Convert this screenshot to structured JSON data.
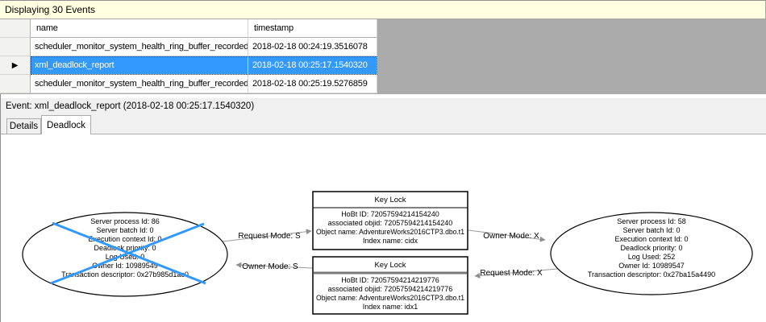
{
  "window": {
    "info_bar": "Displaying 30 Events"
  },
  "grid": {
    "columns": [
      {
        "label": "name"
      },
      {
        "label": "timestamp"
      }
    ],
    "rows": [
      {
        "name": "scheduler_monitor_system_health_ring_buffer_recorded",
        "timestamp": "2018-02-18 00:24:19.3516078",
        "selected": false
      },
      {
        "name": "xml_deadlock_report",
        "timestamp": "2018-02-18 00:25:17.1540320",
        "selected": true
      },
      {
        "name": "scheduler_monitor_system_health_ring_buffer_recorded",
        "timestamp": "2018-02-18 00:25:19.5276859",
        "selected": false
      }
    ]
  },
  "icons": {
    "current_row_indicator": "▶"
  },
  "event_bar": {
    "label": "Event: xml_deadlock_report (2018-02-18 00:25:17.1540320)"
  },
  "tabs": [
    {
      "label": "Details",
      "active": false
    },
    {
      "label": "Deadlock",
      "active": true
    }
  ],
  "deadlock_graph": {
    "processes": [
      {
        "position": "left",
        "victim": true,
        "lines": [
          "Server process Id: 86",
          "Server batch Id: 0",
          "Execution context Id: 0",
          "Deadlock priority: 0",
          "Log Used: 0",
          "Owner Id: 10989549",
          "Transaction descriptor: 0x27b985d1ac0"
        ]
      },
      {
        "position": "right",
        "victim": false,
        "lines": [
          "Server process Id: 58",
          "Server batch Id: 0",
          "Execution context Id: 0",
          "Deadlock priority: 0",
          "Log Used: 252",
          "Owner Id: 10989547",
          "Transaction descriptor: 0x27ba15a4490"
        ]
      }
    ],
    "resources": [
      {
        "position": "top",
        "title": "Key Lock",
        "lines": [
          "HoBt ID: 72057594214154240",
          "associated objid: 72057594214154240",
          "Object name: AdventureWorks2016CTP3.dbo.t1",
          "Index name: cidx"
        ]
      },
      {
        "position": "bottom",
        "title": "Key Lock",
        "lines": [
          "HoBt ID: 72057594214219776",
          "associated objid: 72057594214219776",
          "Object name: AdventureWorks2016CTP3.dbo.t1",
          "Index name: idx1"
        ]
      }
    ],
    "edges": [
      {
        "label": "Request Mode: S",
        "from": "process-left",
        "to": "resource-top"
      },
      {
        "label": "Owner Mode: S",
        "from": "resource-bottom",
        "to": "process-left"
      },
      {
        "label": "Owner Mode: X",
        "from": "resource-top",
        "to": "process-right"
      },
      {
        "label": "Request Mode: X",
        "from": "process-right",
        "to": "resource-bottom"
      }
    ],
    "colors": {
      "victim_cross": "#3399FF",
      "edge": "#9B9B9B"
    }
  },
  "colors": {
    "info_bar_bg": "#FFFFE1",
    "selection_bg": "#3399FF",
    "empty_bg": "#ABABAB"
  }
}
